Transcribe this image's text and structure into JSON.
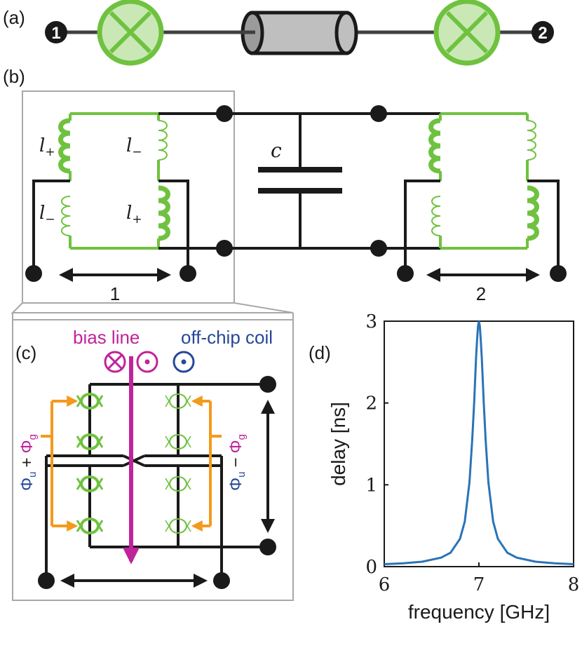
{
  "panel_labels": {
    "a": "(a)",
    "b": "(b)",
    "c": "(c)",
    "d": "(d)"
  },
  "panel_a": {
    "port1": "1",
    "port2": "2"
  },
  "panel_b": {
    "inductor_plus": "l",
    "inductor_plus_sub": "+",
    "inductor_minus": "l",
    "inductor_minus_sub": "−",
    "capacitor": "c",
    "port1": "1",
    "port2": "2"
  },
  "panel_c": {
    "bias_line": "bias line",
    "off_chip_coil": "off-chip coil",
    "flux_left_u": "Φ",
    "flux_left_u_sub": "u",
    "flux_left_op": "+",
    "flux_left_g": "Φ",
    "flux_left_g_sub": "g",
    "flux_right_u": "Φ",
    "flux_right_u_sub": "u",
    "flux_right_op": "−",
    "flux_right_g": "Φ",
    "flux_right_g_sub": "g"
  },
  "colors": {
    "green": "#6fc23f",
    "magenta": "#c0249a",
    "blue": "#27479a",
    "orange": "#f39a1c",
    "curve": "#2a73b8"
  },
  "chart_data": {
    "type": "line",
    "xlabel": "frequency [GHz]",
    "ylabel": "delay [ns]",
    "xlim": [
      6,
      8
    ],
    "ylim": [
      0,
      3
    ],
    "xticks": [
      "6",
      "7",
      "8"
    ],
    "yticks": [
      "0",
      "1",
      "2",
      "3"
    ],
    "grid": false,
    "series": [
      {
        "x": [
          6.0,
          6.2,
          6.4,
          6.6,
          6.7,
          6.8,
          6.85,
          6.9,
          6.93,
          6.95,
          6.97,
          6.98,
          6.99,
          7.0,
          7.01,
          7.02,
          7.03,
          7.05,
          7.07,
          7.1,
          7.15,
          7.2,
          7.3,
          7.4,
          7.6,
          7.8,
          8.0
        ],
        "y": [
          0.03,
          0.04,
          0.06,
          0.11,
          0.17,
          0.34,
          0.55,
          1.03,
          1.56,
          2.02,
          2.55,
          2.76,
          2.94,
          3.0,
          2.94,
          2.76,
          2.55,
          2.02,
          1.56,
          1.03,
          0.55,
          0.34,
          0.17,
          0.11,
          0.06,
          0.04,
          0.03
        ]
      }
    ]
  }
}
